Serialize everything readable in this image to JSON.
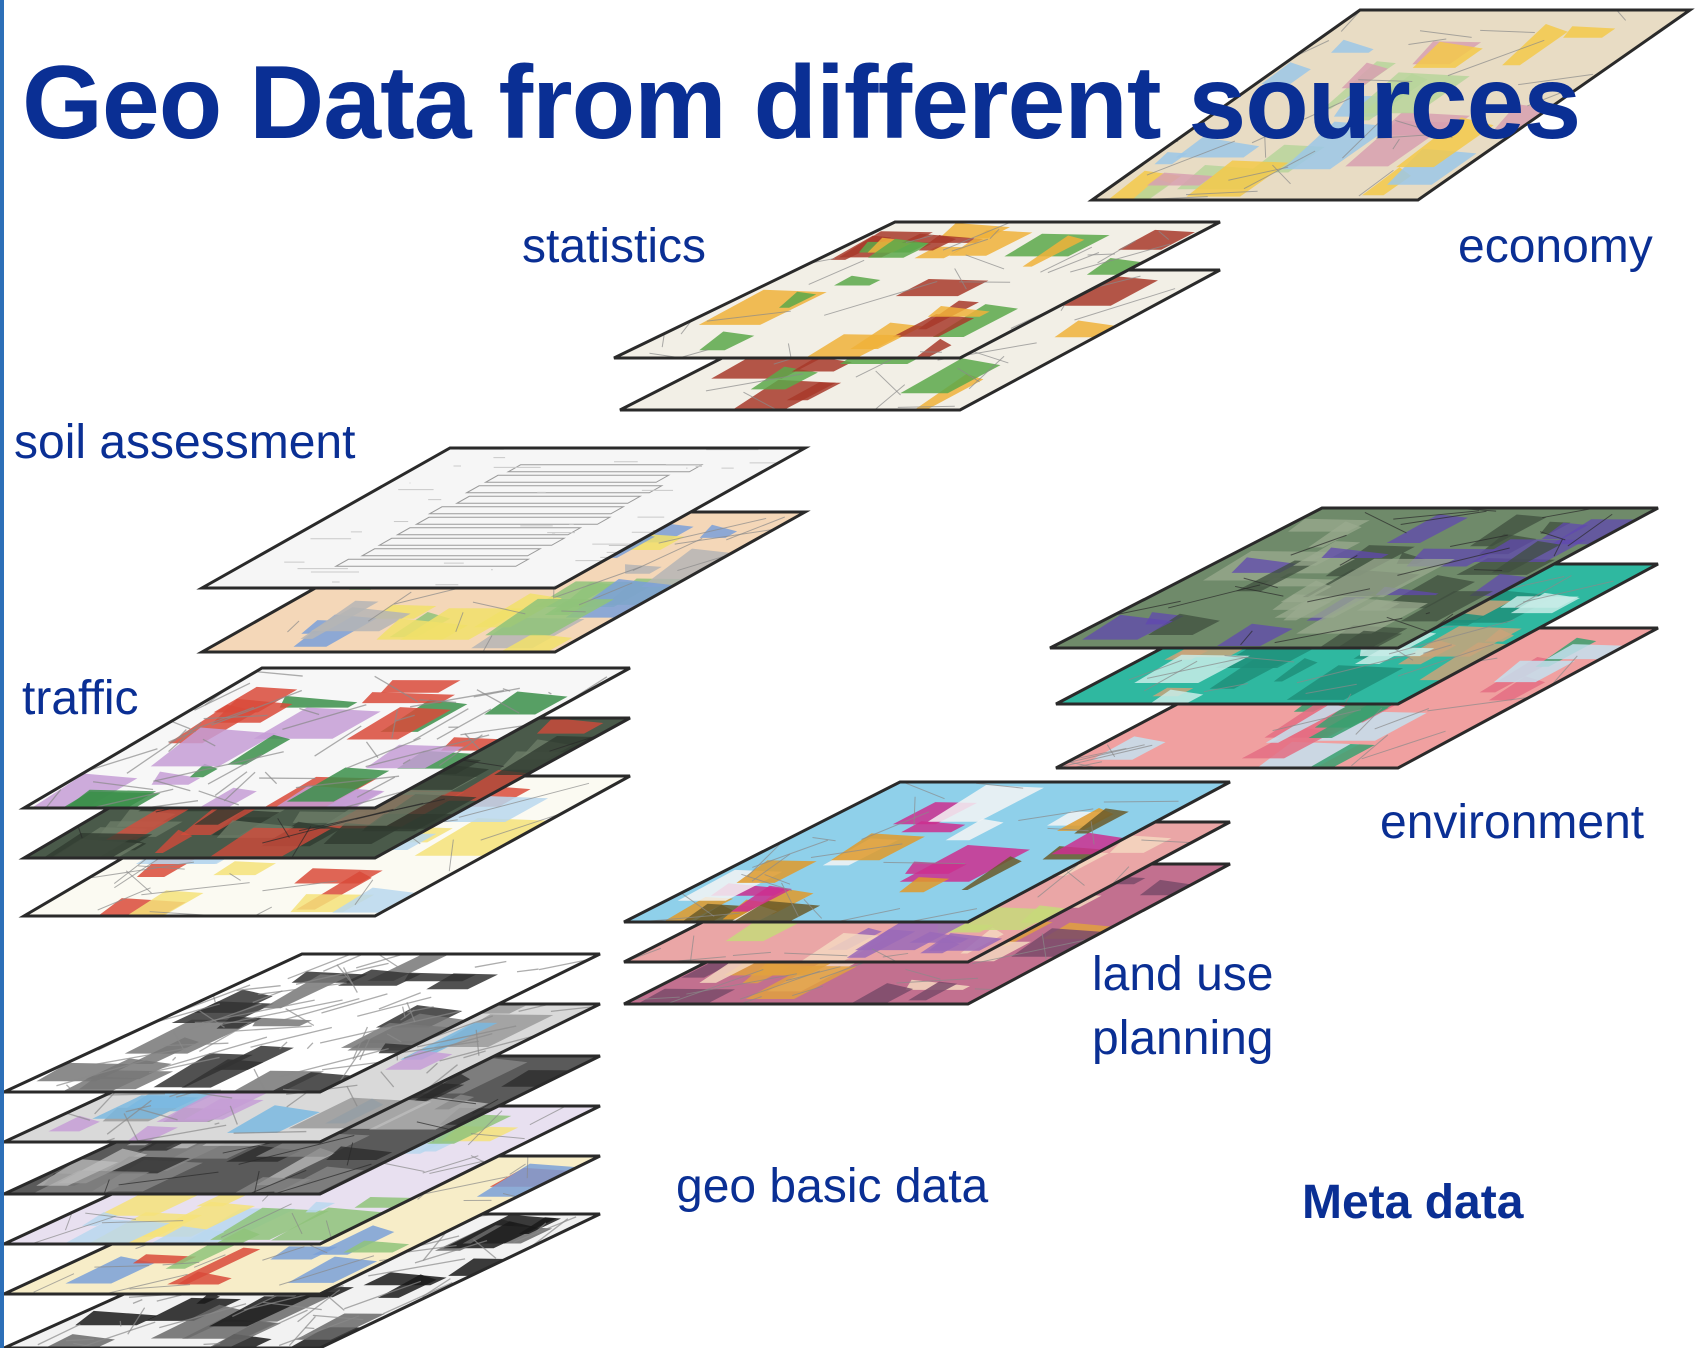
{
  "title": "Geo Data from different sources",
  "labels": {
    "statistics": "statistics",
    "economy": "economy",
    "soil_assessment": "soil assessment",
    "traffic": "traffic",
    "environment": "environment",
    "land_use_line1": "land use",
    "land_use_line2": "planning",
    "geo_basic_data": "geo basic data",
    "meta_data": "Meta data"
  },
  "colors": {
    "text": "#0a2f94",
    "accent_edge": "#2d6fb8"
  },
  "stacks": [
    {
      "name": "economy",
      "layers": [
        {
          "kind": "city-map",
          "base": "#e8dcc4",
          "accents": [
            "#f3c94a",
            "#9bc7e8",
            "#d7a0b0",
            "#b7d59b"
          ]
        }
      ]
    },
    {
      "name": "statistics",
      "layers": [
        {
          "kind": "thematic",
          "base": "#f2efe6",
          "accents": [
            "#a83a2a",
            "#f0b23a",
            "#5ca84a"
          ]
        },
        {
          "kind": "thematic",
          "base": "#f2efe6",
          "accents": [
            "#a83a2a",
            "#f0b23a",
            "#5ca84a"
          ]
        }
      ]
    },
    {
      "name": "soil-assessment",
      "layers": [
        {
          "kind": "document",
          "base": "#f6f6f6",
          "accents": [
            "#c9c9c9",
            "#9a9a9a"
          ]
        },
        {
          "kind": "colored-map",
          "base": "#f4d7b8",
          "accents": [
            "#f1e06a",
            "#8fc37a",
            "#7aa0d8",
            "#b5b5b5"
          ]
        }
      ]
    },
    {
      "name": "traffic",
      "layers": [
        {
          "kind": "line-map",
          "base": "#f7f7f7",
          "accents": [
            "#c59ed6",
            "#3b8f4a",
            "#d94a3a"
          ]
        },
        {
          "kind": "aerial",
          "base": "#4a5a4a",
          "accents": [
            "#2f3a2f",
            "#6f7f6a",
            "#d94a3a"
          ]
        },
        {
          "kind": "colored-map",
          "base": "#fbfaf2",
          "accents": [
            "#f5e27a",
            "#b9d7ef",
            "#d94a3a"
          ]
        }
      ]
    },
    {
      "name": "environment",
      "layers": [
        {
          "kind": "aerial",
          "base": "#6f8a6a",
          "accents": [
            "#3f4f3f",
            "#6048b0",
            "#9aa98f"
          ]
        },
        {
          "kind": "thematic",
          "base": "#2fb8a0",
          "accents": [
            "#1f8f7a",
            "#c8ece8",
            "#c9a37a"
          ]
        },
        {
          "kind": "thematic",
          "base": "#f0a0a0",
          "accents": [
            "#e46d82",
            "#c4e0ef",
            "#3aa070"
          ]
        }
      ]
    },
    {
      "name": "land-use-planning",
      "layers": [
        {
          "kind": "thematic",
          "base": "#8fd0ea",
          "accents": [
            "#e19a2a",
            "#cc2f8f",
            "#6a5a2a",
            "#f4f4f4"
          ]
        },
        {
          "kind": "thematic",
          "base": "#eaa6a6",
          "accents": [
            "#9a6ab8",
            "#c7d97a",
            "#f4d7c0"
          ]
        },
        {
          "kind": "thematic",
          "base": "#c2708f",
          "accents": [
            "#e0a040",
            "#7a4a6a",
            "#f4d7c0"
          ]
        }
      ]
    },
    {
      "name": "geo-basic-data",
      "layers": [
        {
          "kind": "line-map",
          "base": "#ffffff",
          "accents": [
            "#777777",
            "#333333"
          ]
        },
        {
          "kind": "line-map",
          "base": "#d9d9d9",
          "accents": [
            "#9a9a9a",
            "#c59ed6",
            "#7ab8e0"
          ]
        },
        {
          "kind": "aerial",
          "base": "#5a5a5a",
          "accents": [
            "#2a2a2a",
            "#8a8a8a",
            "#bfbfbf"
          ]
        },
        {
          "kind": "colored-map",
          "base": "#e8e0f0",
          "accents": [
            "#b9d7ef",
            "#f5e27a",
            "#8fc37a"
          ]
        },
        {
          "kind": "colored-map",
          "base": "#f7edc8",
          "accents": [
            "#8fc37a",
            "#d94a3a",
            "#7aa0d8"
          ]
        },
        {
          "kind": "line-map",
          "base": "#f2f2f2",
          "accents": [
            "#1a1a1a",
            "#6a6a6a"
          ]
        }
      ]
    }
  ]
}
